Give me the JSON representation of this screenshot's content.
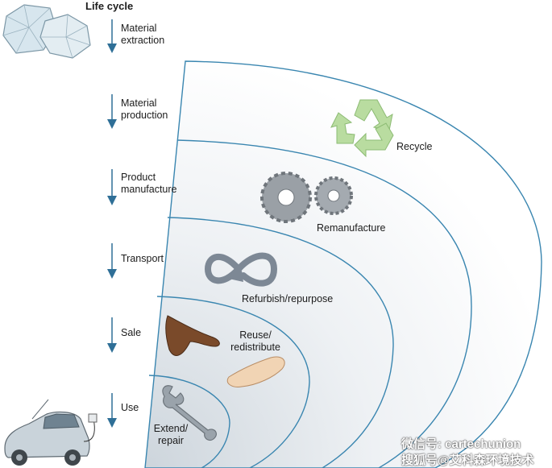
{
  "title": "Life cycle",
  "stages": [
    "Material\nextraction",
    "Material\nproduction",
    "Product\nmanufacture",
    "Transport",
    "Sale",
    "Use"
  ],
  "loops": [
    "Recycle",
    "Remanufacture",
    "Refurbish/repurpose",
    "Reuse/\nredistribute",
    "Extend/\nrepair"
  ],
  "watermark": {
    "line1": "微信号: cartechunion",
    "line2": "搜狐号@艾科森环境技术"
  },
  "colors": {
    "arc_stroke": "#3a86b0",
    "arrow": "#2f6f97",
    "recycle_icon": "#b9dca0",
    "gear": "#9aa0a6",
    "loop_icon": "#7d8895"
  }
}
